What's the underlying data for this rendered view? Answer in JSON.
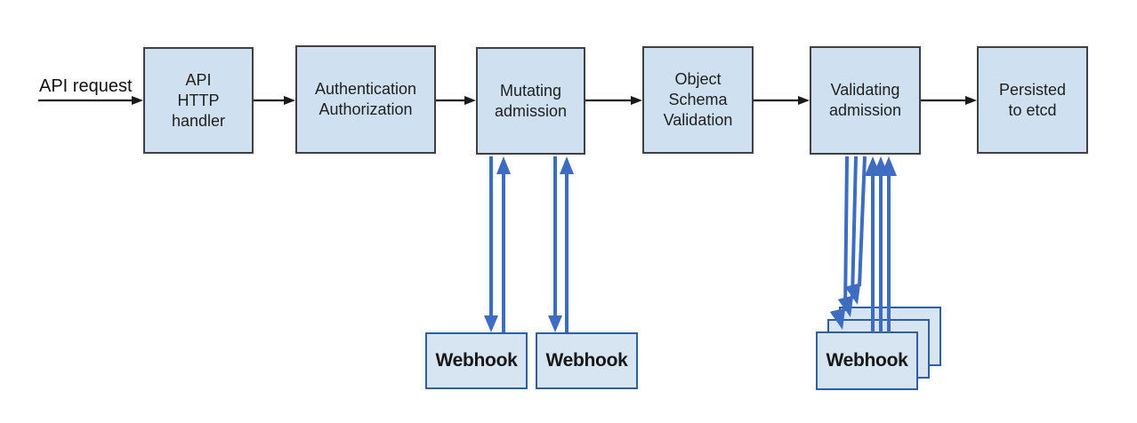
{
  "diagram": {
    "entry_label": "API request",
    "nodes": [
      {
        "id": "api-http-handler",
        "label": "API\nHTTP\nhandler"
      },
      {
        "id": "authentication-authorization",
        "label": "Authentication\nAuthorization"
      },
      {
        "id": "mutating-admission",
        "label": "Mutating\nadmission"
      },
      {
        "id": "object-schema-validation",
        "label": "Object\nSchema\nValidation"
      },
      {
        "id": "validating-admission",
        "label": "Validating\nadmission"
      },
      {
        "id": "persisted-to-etcd",
        "label": "Persisted\nto etcd"
      }
    ],
    "webhooks": {
      "mutating": [
        "Webhook",
        "Webhook"
      ],
      "validating_front": "Webhook"
    },
    "colors": {
      "node_fill": "#cfe1f1",
      "node_border": "#404040",
      "webhook_fill": "#d7e4f2",
      "webhook_border": "#2e5f9e",
      "arrow_blue": "#3e6cc0",
      "arrow_black": "#1a1a1a",
      "text": "#1f1f1f"
    }
  }
}
